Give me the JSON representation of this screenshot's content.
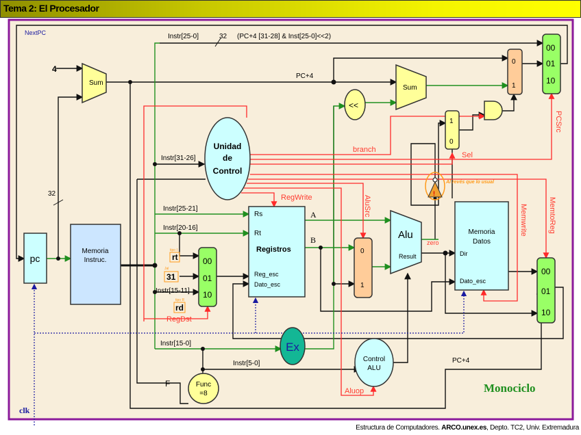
{
  "title": "Tema 2: El Procesador",
  "labels": {
    "next_pc": "NextPC",
    "four": "4",
    "sum": "Sum",
    "pc4": "PC+4",
    "pc4_bottom": "PC+4",
    "instr_25_0": "Instr[25-0]",
    "bus_32_top": "32",
    "bus_32_left": "32",
    "jump_addr": "(PC+4 [31-28] & Inst[25-0]<<2)",
    "shift": "<<",
    "pc": "pc",
    "mem_instr": [
      "Memoria",
      "Instruc."
    ],
    "control": [
      "Unidad",
      "de",
      "Control"
    ],
    "instr_31_26": "Instr[31-26]",
    "instr_25_21": "Instr[25-21]",
    "instr_20_16": "Instr[20-16]",
    "instr_15_11": "Instr[15-11]",
    "instr_15_0": "Instr[15-0]",
    "instr_5_0": "Instr[5-0]",
    "rt": "rt",
    "n31": "31",
    "rd": "rd",
    "rt_note": "tipo I",
    "n31_note": "Jal",
    "rd_note": "tipo R",
    "regs": {
      "rs": "Rs",
      "rt": "Rt",
      "name": "Registros",
      "reg_esc": "Reg_esc",
      "dato_esc": "Dato_esc"
    },
    "a": "A",
    "b": "B",
    "alu": "Alu",
    "result": "Result",
    "zero": "zero",
    "mem_datos": [
      "Memoria",
      "Datos"
    ],
    "dir": "Dir",
    "dato_esc": "Dato_esc",
    "ex": "Ex",
    "control_alu": [
      "Control",
      "ALU"
    ],
    "func": [
      "Func",
      "=8"
    ],
    "f": "F",
    "monociclo": "Monociclo",
    "clk": "clk",
    "warning_note": "Al revés que lo usual"
  },
  "control_signals": {
    "regwrite": "RegWrite",
    "branch": "branch",
    "sel": "Sel",
    "pcsrc": "PCSrc",
    "memtoreg": "MemtoReg",
    "memwrite": "Memwrite",
    "alusrc": "AluSrc",
    "aluop": "Aluop",
    "regdst": "RegDst"
  },
  "mux": {
    "three_way": [
      "00",
      "01",
      "10"
    ],
    "two_way": [
      "0",
      "1"
    ],
    "sel_mux": [
      "1",
      "0"
    ]
  },
  "footer": {
    "prefix": "Estructura de Computadores.",
    "site": "ARCO.unex.es",
    "suffix": ", Depto. TC2, Univ. Extremadura"
  },
  "colors": {
    "frame": "#8b1a9b",
    "control_lines": "#ff2a2a",
    "data_lines": "#1f8f1f",
    "clock": "#1a1aa0"
  }
}
